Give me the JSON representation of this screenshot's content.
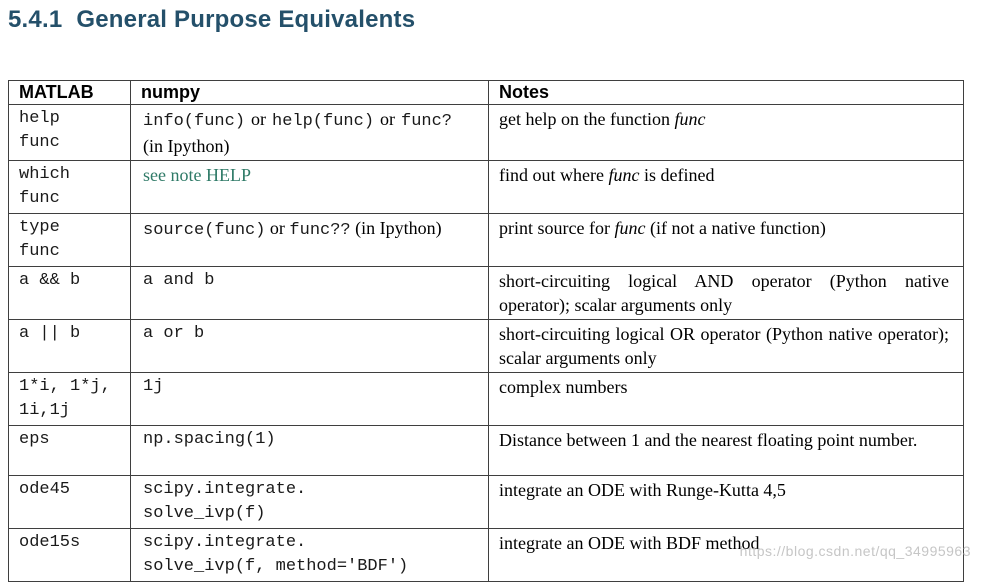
{
  "heading": {
    "number": "5.4.1",
    "title": "General Purpose Equivalents"
  },
  "watermark": "https://blog.csdn.net/qq_34995963",
  "colors": {
    "heading": "#24506a",
    "note_link": "#2f7a67",
    "table_border": "#3f3f3f",
    "watermark": "#c6c6c6"
  },
  "table": {
    "headers": [
      "MATLAB",
      "numpy",
      "Notes"
    ],
    "rows": [
      {
        "matlab": "help\nfunc",
        "numpy": [
          {
            "t": "info(func)",
            "s": "code"
          },
          {
            "t": " or ",
            "s": "serif"
          },
          {
            "t": "help(func)",
            "s": "code"
          },
          {
            "t": " or ",
            "s": "serif"
          },
          {
            "t": "func?",
            "s": "code"
          },
          {
            "t": " (in Ipython)",
            "s": "serif"
          }
        ],
        "notes": [
          {
            "t": "get help on the function ",
            "s": "serif"
          },
          {
            "t": "func",
            "s": "italic"
          }
        ]
      },
      {
        "matlab": "which\nfunc",
        "numpy": [
          {
            "t": "see note HELP",
            "s": "link"
          }
        ],
        "notes": [
          {
            "t": "find out where ",
            "s": "serif"
          },
          {
            "t": "func",
            "s": "italic"
          },
          {
            "t": " is defined",
            "s": "serif"
          }
        ]
      },
      {
        "matlab": "type\nfunc",
        "numpy": [
          {
            "t": "source(func)",
            "s": "code"
          },
          {
            "t": " or ",
            "s": "serif"
          },
          {
            "t": "func??",
            "s": "code"
          },
          {
            "t": " (in Ipython)",
            "s": "serif"
          }
        ],
        "notes": [
          {
            "t": "print source for ",
            "s": "serif"
          },
          {
            "t": "func",
            "s": "italic"
          },
          {
            "t": " (if not a native function)",
            "s": "serif"
          }
        ]
      },
      {
        "matlab": "a && b",
        "numpy": [
          {
            "t": "a and b",
            "s": "code"
          }
        ],
        "notes": [
          {
            "t": "short-circuiting logical AND operator (Python native operator); scalar arguments only",
            "s": "serif"
          }
        ]
      },
      {
        "matlab": "a || b",
        "numpy": [
          {
            "t": "a or b",
            "s": "code"
          }
        ],
        "notes": [
          {
            "t": "short-circuiting logical OR operator (Python native operator); scalar arguments only",
            "s": "serif"
          }
        ]
      },
      {
        "matlab": "1*i, 1*j,\n1i,1j",
        "numpy": [
          {
            "t": "1j",
            "s": "code"
          }
        ],
        "notes": [
          {
            "t": "complex numbers",
            "s": "serif"
          }
        ]
      },
      {
        "matlab": "eps",
        "numpy": [
          {
            "t": "np.spacing(1)",
            "s": "code"
          }
        ],
        "notes": [
          {
            "t": "Distance between 1 and the nearest floating point number.",
            "s": "serif"
          }
        ]
      },
      {
        "matlab": "ode45",
        "numpy": [
          {
            "t": "scipy.integrate.\nsolve_ivp(f)",
            "s": "code"
          }
        ],
        "notes": [
          {
            "t": "integrate an ODE with Runge-Kutta 4,5",
            "s": "serif"
          }
        ]
      },
      {
        "matlab": "ode15s",
        "numpy": [
          {
            "t": "scipy.integrate.\nsolve_ivp(f, method='BDF')",
            "s": "code"
          }
        ],
        "notes": [
          {
            "t": "integrate an ODE with BDF method",
            "s": "serif"
          }
        ]
      }
    ]
  }
}
